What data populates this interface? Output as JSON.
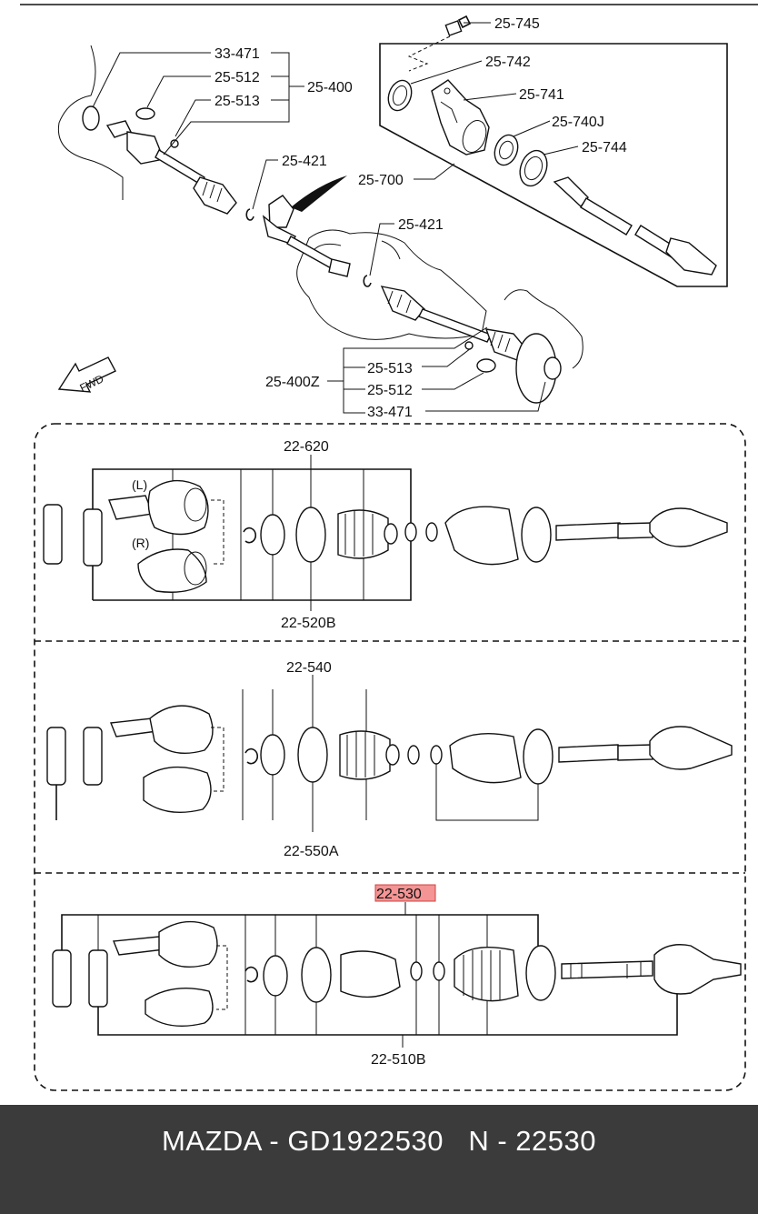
{
  "callouts": {
    "c25745": "25-745",
    "c25742": "25-742",
    "c25741": "25-741",
    "c25740J": "25-740J",
    "c25744": "25-744",
    "c25700": "25-700",
    "c33471a": "33-471",
    "c25512a": "25-512",
    "c25513a": "25-513",
    "c25400": "25-400",
    "c25421a": "25-421",
    "c25421b": "25-421",
    "c25513b": "25-513",
    "c25400Z": "25-400Z",
    "c25512b": "25-512",
    "c33471b": "33-471",
    "fwd": "FWD"
  },
  "panel1": {
    "top": "22-620",
    "bottom": "22-520B",
    "left_label": "(L)",
    "right_label": "(R)"
  },
  "panel2": {
    "top": "22-540",
    "bottom": "22-550A"
  },
  "panel3": {
    "top": "22-530",
    "bottom": "22-510B"
  },
  "highlight_color": "#f07070",
  "footer": {
    "brand": "MAZDA - GD1922530",
    "ref": "N - 22530"
  }
}
